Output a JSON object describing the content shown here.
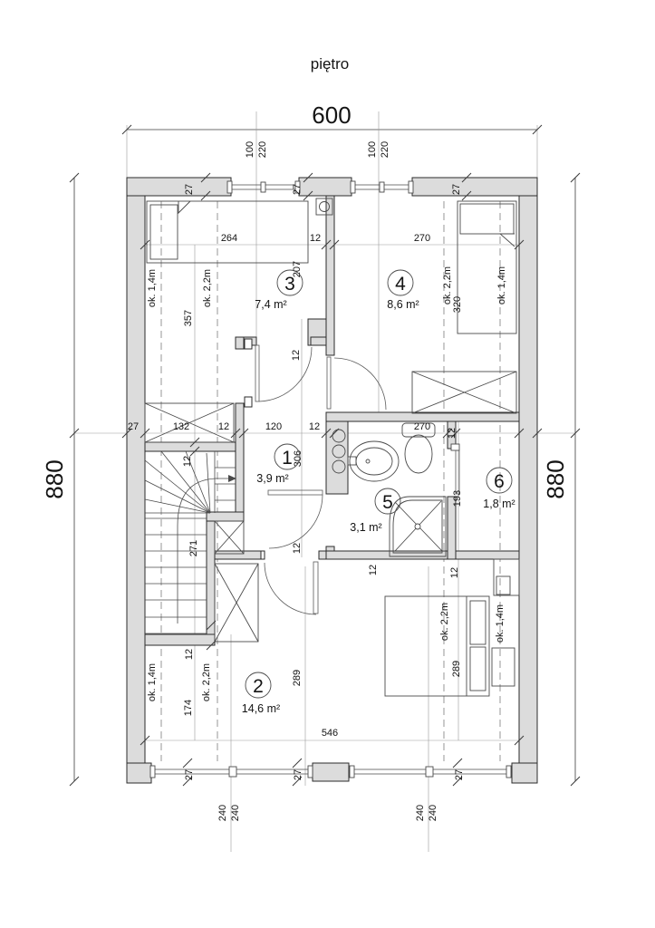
{
  "title": "piętro",
  "rooms": [
    {
      "number": "1",
      "area": "3,9 m²"
    },
    {
      "number": "2",
      "area": "14,6 m²"
    },
    {
      "number": "3",
      "area": "7,4 m²"
    },
    {
      "number": "4",
      "area": "8,6 m²"
    },
    {
      "number": "5",
      "area": "3,1 m²"
    },
    {
      "number": "6",
      "area": "1,8 m²"
    }
  ],
  "dims": {
    "total_width": "600",
    "height_left": "880",
    "height_right": "880",
    "top_win1_w": "100",
    "top_win1_h": "220",
    "top_win2_w": "100",
    "top_win2_h": "220",
    "bot_win1_a": "240",
    "bot_win1_b": "240",
    "bot_win2_a": "240",
    "bot_win2_b": "240",
    "t27a": "27",
    "t27b": "27",
    "t27c": "27",
    "b27a": "27",
    "b27b": "27",
    "b27c": "27",
    "row27": "27",
    "room3_w": "264",
    "w12_top": "12",
    "room4_w": "270",
    "stairs_w": "132",
    "row12a": "12",
    "hall_w": "120",
    "row12b": "12",
    "bath_row_w": "270",
    "row12c": "12",
    "room3_h": "207",
    "room3_side": "357",
    "hall_h": "306",
    "room4_side": "320",
    "w12_hall_top": "12",
    "w12_stairs": "12",
    "stairs_h": "271",
    "w12_under": "12",
    "room2_left_h": "174",
    "room2_w": "546",
    "room2_h_left": "289",
    "room2_h_right": "289",
    "room6_h": "193",
    "w12_room2": "12",
    "w12_bath": "12",
    "w12_room6": "12"
  },
  "knee": [
    "ok. 1,4m",
    "ok. 2,2m",
    "ok. 2,2m",
    "ok. 1,4m",
    "ok. 1,4m",
    "ok. 2,2m",
    "ok. 2,2m",
    "ok. 1,4m"
  ],
  "colors": {
    "wall_fill": "#dcdcdc",
    "line": "#2b2b2b"
  }
}
